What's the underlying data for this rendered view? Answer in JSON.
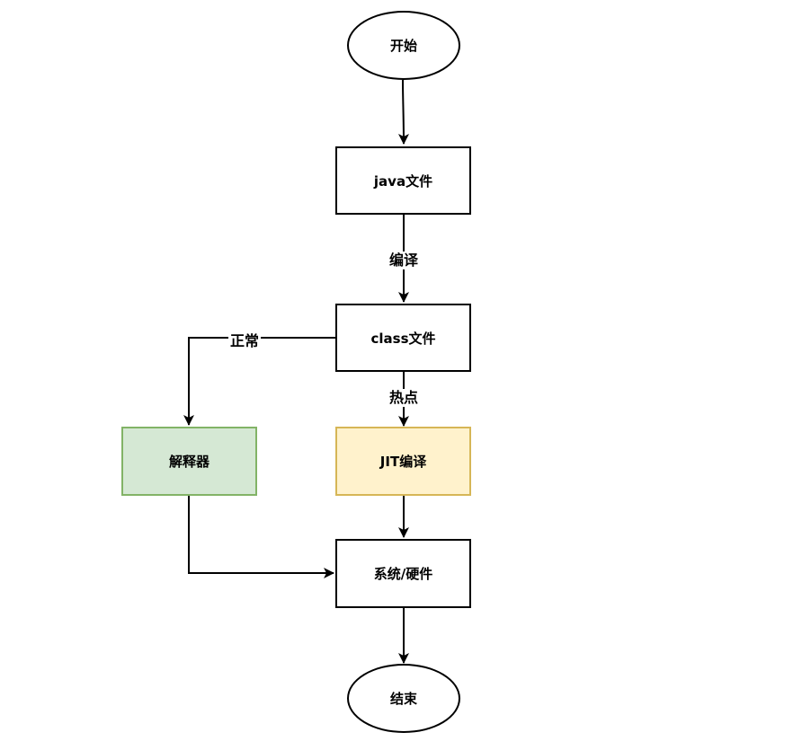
{
  "nodes": {
    "start": "开始",
    "java_file": "java文件",
    "class_file": "class文件",
    "interpreter": "解释器",
    "jit": "JIT编译",
    "system": "系统/硬件",
    "end": "结束"
  },
  "edges": {
    "compile": "编译",
    "normal": "正常",
    "hotspot": "热点"
  },
  "colors": {
    "interpreter_fill": "#d5e8d4",
    "interpreter_stroke": "#82b366",
    "jit_fill": "#fff2cc",
    "jit_stroke": "#d6b656",
    "line": "#000000"
  }
}
